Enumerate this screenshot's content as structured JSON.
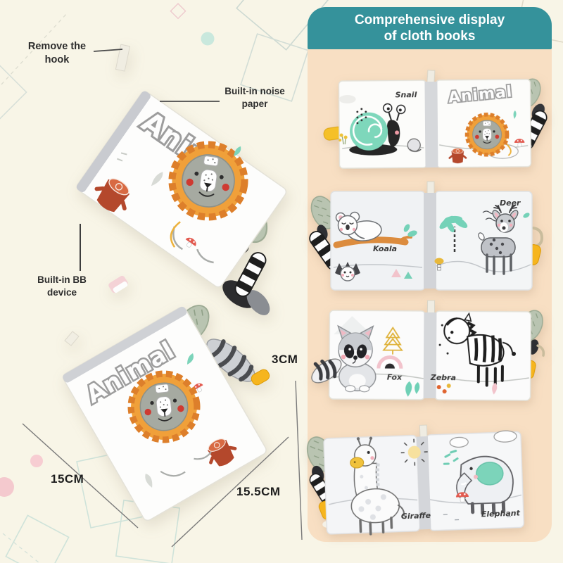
{
  "colors": {
    "background": "#f8f5e7",
    "panel_bg": "#f8dfc3",
    "header_bg": "#35929b",
    "header_text": "#ffffff",
    "mane_orange": "#f0a03a",
    "tag_yellow": "#f6b51e",
    "shell_teal": "#7ed7bb"
  },
  "annotations": {
    "remove_hook": "Remove the hook",
    "noise_paper": "Built-in noise paper",
    "bb_device": "Built-in BB device"
  },
  "measurements": {
    "thickness": "3CM",
    "width": "15CM",
    "length": "15.5CM"
  },
  "book": {
    "cover_title": "Animal"
  },
  "panel": {
    "title_line1": "Comprehensive display",
    "title_line2": "of cloth books",
    "spreads": [
      {
        "left_label": "Snail",
        "right_label": "Animal"
      },
      {
        "left_label": "Koala",
        "right_label": "Deer"
      },
      {
        "left_label": "Fox",
        "right_label": "Zebra"
      },
      {
        "left_label": "Giraffe",
        "right_label": "Elephant"
      }
    ]
  }
}
